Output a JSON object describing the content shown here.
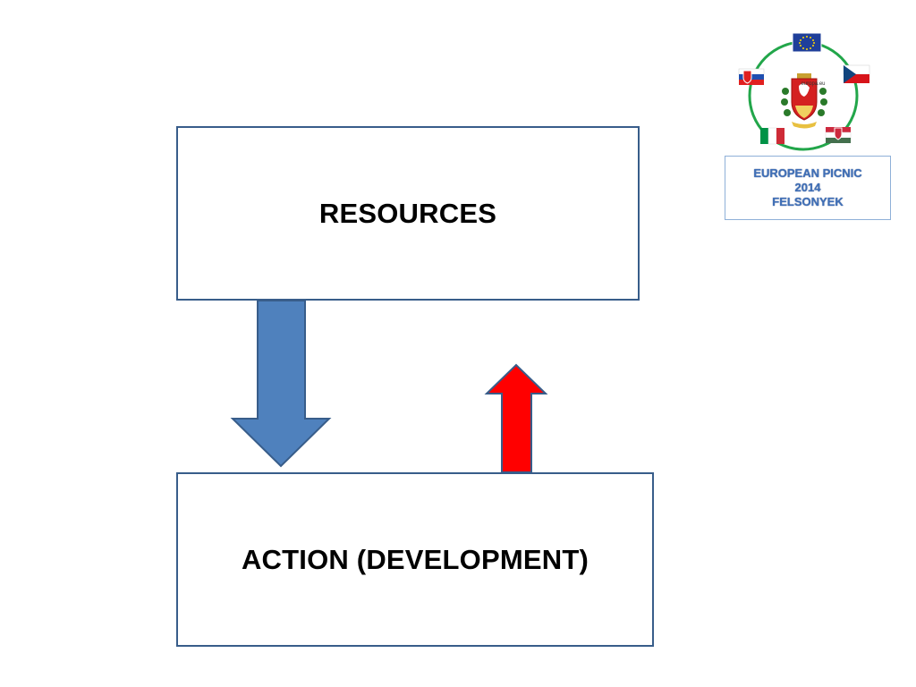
{
  "diagram": {
    "top_box": {
      "label": "RESOURCES"
    },
    "bottom_box": {
      "label": "ACTION (DEVELOPMENT)"
    },
    "arrows": [
      {
        "direction": "down",
        "from": "RESOURCES",
        "to": "ACTION (DEVELOPMENT)",
        "color": "#4f81bd"
      },
      {
        "direction": "up",
        "from": "ACTION (DEVELOPMENT)",
        "to": "RESOURCES",
        "color": "#ff0000"
      }
    ],
    "colors": {
      "box_border": "#385d8a",
      "text": "#000000"
    }
  },
  "logo": {
    "eu_caption": "europa.eu",
    "lines": [
      "EUROPEAN PICNIC",
      "2014",
      "FELSONYEK"
    ],
    "ring_color": "#22a64a",
    "text_color": "#3f6fb7",
    "flags": [
      "eu-flag-icon",
      "slovakia-flag-icon",
      "czech-flag-icon",
      "italy-flag-icon",
      "hungary-flag-icon"
    ]
  }
}
